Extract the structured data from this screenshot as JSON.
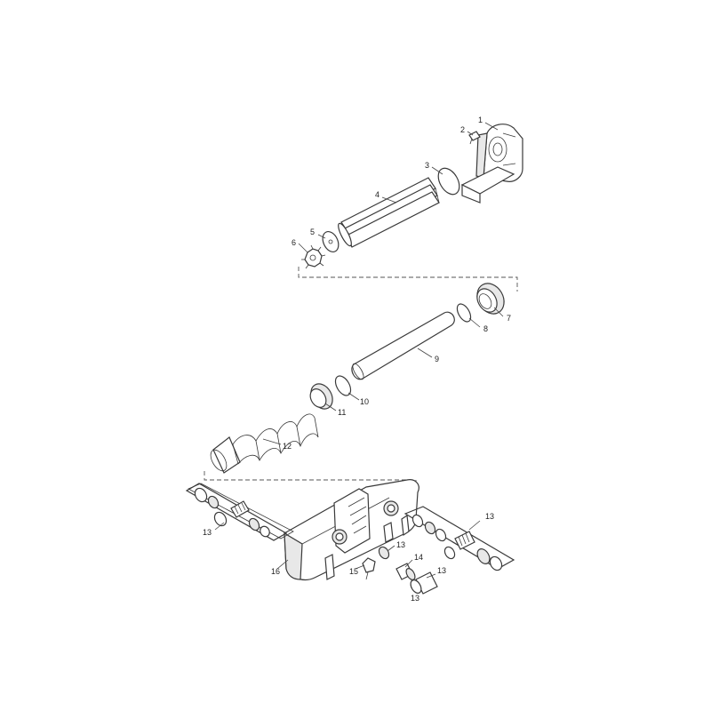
{
  "labels": {
    "p1": "1",
    "p2": "2",
    "p3": "3",
    "p4": "4",
    "p5": "5",
    "p6": "6",
    "p7": "7",
    "p8": "8",
    "p9": "9",
    "p10": "10",
    "p11": "11",
    "p12": "12",
    "p13a": "13",
    "p13b": "13",
    "p13c": "13",
    "p13d": "13",
    "p13e": "13",
    "p14": "14",
    "p15": "15",
    "p16": "16"
  }
}
